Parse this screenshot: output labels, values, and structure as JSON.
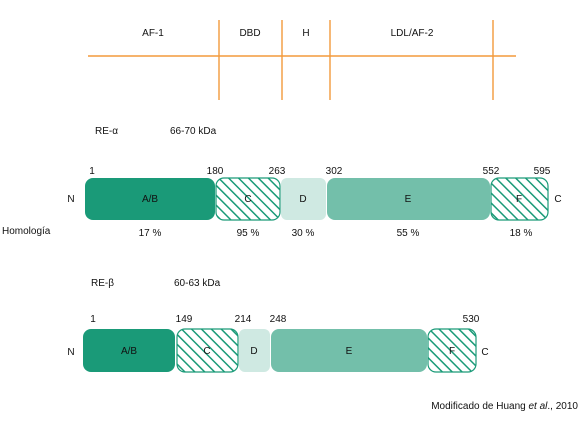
{
  "regions": {
    "af1": "AF-1",
    "dbd": "DBD",
    "h": "H",
    "ldl": "LDL/AF-2"
  },
  "colors": {
    "line": "#f39a3b",
    "dark": "#1a9a78",
    "mid": "#73bfaa",
    "light": "#cfe9e2",
    "hatch": "#1a9a78"
  },
  "alpha": {
    "name": "RE-α",
    "mass": "66-70 kDa",
    "n": "N",
    "c": "C",
    "domains": [
      "A/B",
      "C",
      "D",
      "E",
      "F"
    ],
    "positions": [
      "1",
      "180",
      "263",
      "302",
      "552",
      "595"
    ],
    "homology_label": "Homología",
    "homology": [
      "17 %",
      "95 %",
      "30 %",
      "55 %",
      "18 %"
    ]
  },
  "beta": {
    "name": "RE-β",
    "mass": "60-63 kDa",
    "n": "N",
    "c": "C",
    "domains": [
      "A/B",
      "C",
      "D",
      "E",
      "F"
    ],
    "positions": [
      "1",
      "149",
      "214",
      "248",
      "530"
    ]
  },
  "credit": {
    "prefix": "Modificado de Huang ",
    "italic": "et al",
    "suffix": "., 2010"
  }
}
